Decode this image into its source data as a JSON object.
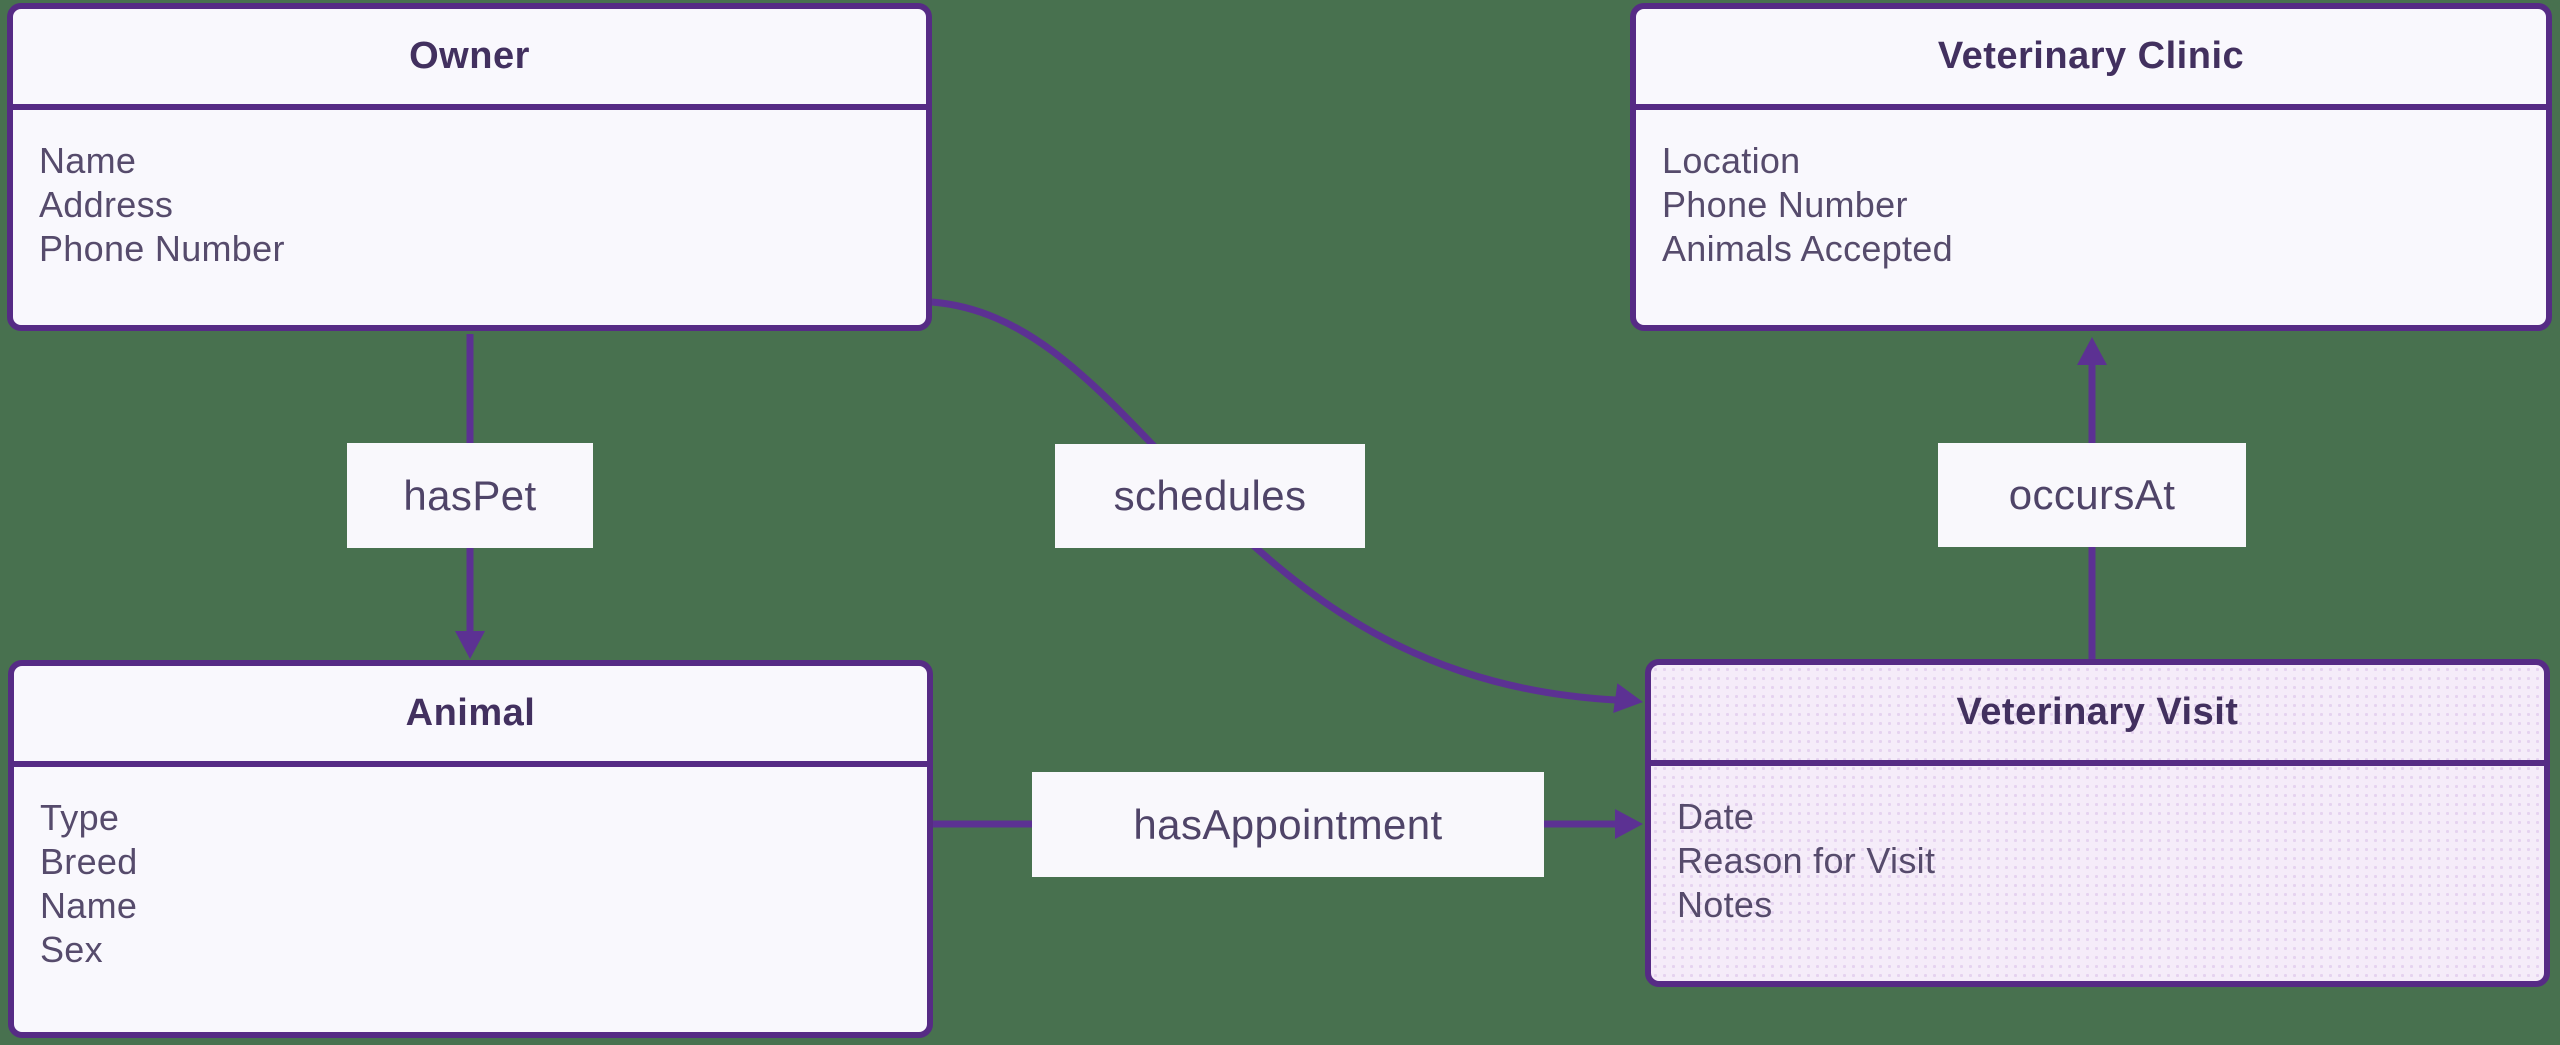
{
  "colors": {
    "background": "#48714f",
    "node_border": "#562b85",
    "edge": "#5c3193",
    "node_fill": "#f9f8fd",
    "highlight_node_fill": "#f5ecf9",
    "title_text": "#42305f",
    "attribute_text": "#564b6c"
  },
  "entities": {
    "owner": {
      "title": "Owner",
      "attributes": [
        "Name",
        "Address",
        "Phone Number"
      ]
    },
    "veterinary_clinic": {
      "title": "Veterinary Clinic",
      "attributes": [
        "Location",
        "Phone Number",
        "Animals Accepted"
      ]
    },
    "animal": {
      "title": "Animal",
      "attributes": [
        "Type",
        "Breed",
        "Name",
        "Sex"
      ]
    },
    "veterinary_visit": {
      "title": "Veterinary Visit",
      "attributes": [
        "Date",
        "Reason for Visit",
        "Notes"
      ]
    }
  },
  "relationships": {
    "has_pet": {
      "label": "hasPet",
      "from": "Owner",
      "to": "Animal"
    },
    "schedules": {
      "label": "schedules",
      "from": "Owner",
      "to": "Veterinary Visit"
    },
    "has_appointment": {
      "label": "hasAppointment",
      "from": "Animal",
      "to": "Veterinary Visit"
    },
    "occurs_at": {
      "label": "occursAt",
      "from": "Veterinary Visit",
      "to": "Veterinary Clinic"
    }
  }
}
